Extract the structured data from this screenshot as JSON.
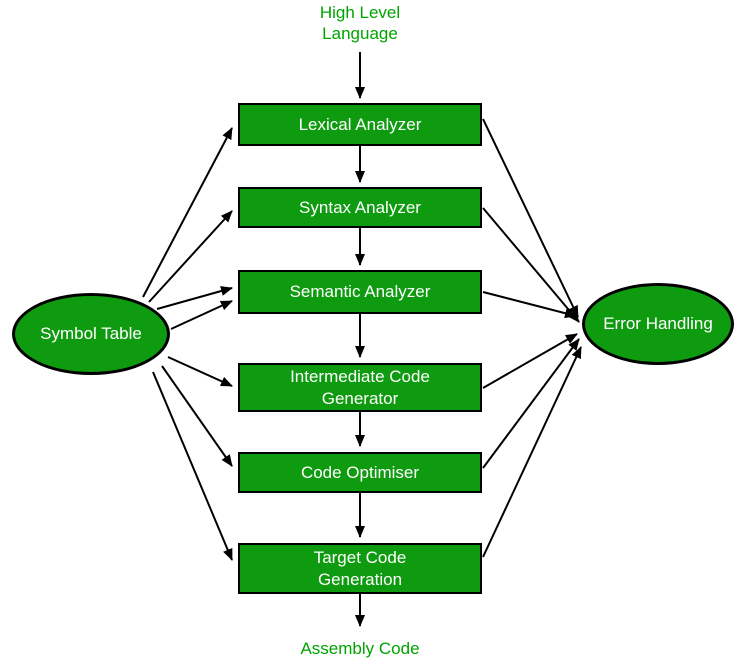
{
  "colors": {
    "background": "#ffffff",
    "node_fill": "#0f9b0f",
    "node_border": "#000000",
    "node_text": "#ffffff",
    "label_text": "#00a300",
    "arrow": "#000000"
  },
  "labels": {
    "input": "High Level Language",
    "output": "Assembly Code"
  },
  "stages": [
    {
      "label": "Lexical Analyzer"
    },
    {
      "label": "Syntax Analyzer"
    },
    {
      "label": "Semantic Analyzer"
    },
    {
      "label": "Intermediate Code Generator"
    },
    {
      "label": "Code Optimiser"
    },
    {
      "label": "Target Code Generation"
    }
  ],
  "entities": {
    "symbol_table": "Symbol Table",
    "error_handling": "Error Handling"
  },
  "edges": [
    {
      "from": "high-level-language",
      "to": "lexical-analyzer"
    },
    {
      "from": "lexical-analyzer",
      "to": "syntax-analyzer"
    },
    {
      "from": "syntax-analyzer",
      "to": "semantic-analyzer"
    },
    {
      "from": "semantic-analyzer",
      "to": "intermediate-code-generator"
    },
    {
      "from": "intermediate-code-generator",
      "to": "code-optimiser"
    },
    {
      "from": "code-optimiser",
      "to": "target-code-generation"
    },
    {
      "from": "target-code-generation",
      "to": "assembly-code"
    },
    {
      "from": "symbol-table",
      "to": "lexical-analyzer"
    },
    {
      "from": "symbol-table",
      "to": "syntax-analyzer"
    },
    {
      "from": "symbol-table",
      "to": "semantic-analyzer"
    },
    {
      "from": "symbol-table",
      "to": "semantic-analyzer"
    },
    {
      "from": "symbol-table",
      "to": "intermediate-code-generator"
    },
    {
      "from": "symbol-table",
      "to": "code-optimiser"
    },
    {
      "from": "symbol-table",
      "to": "target-code-generation"
    },
    {
      "from": "lexical-analyzer",
      "to": "error-handling"
    },
    {
      "from": "syntax-analyzer",
      "to": "error-handling"
    },
    {
      "from": "semantic-analyzer",
      "to": "error-handling"
    },
    {
      "from": "intermediate-code-generator",
      "to": "error-handling"
    },
    {
      "from": "code-optimiser",
      "to": "error-handling"
    },
    {
      "from": "target-code-generation",
      "to": "error-handling"
    }
  ]
}
